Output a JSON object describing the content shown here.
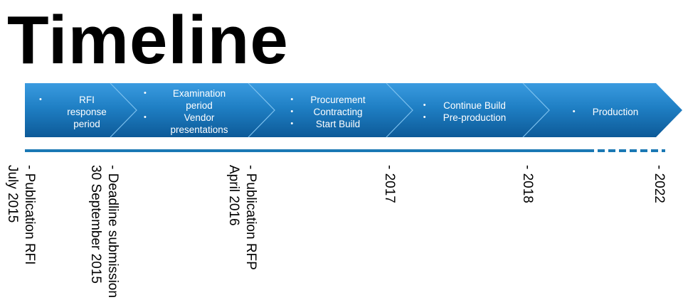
{
  "title": "Timeline",
  "phases": [
    {
      "id": "rfi",
      "items": [
        "RFI response period"
      ]
    },
    {
      "id": "examination",
      "items": [
        "Examination period",
        "Vendor presentations"
      ]
    },
    {
      "id": "procurement",
      "items": [
        "Procurement",
        "Contracting",
        "Start Build"
      ]
    },
    {
      "id": "build",
      "items": [
        "Continue Build",
        "Pre-production"
      ]
    },
    {
      "id": "production",
      "items": [
        "Production"
      ]
    }
  ],
  "milestones": [
    {
      "id": "publication-rfi",
      "lines": [
        "- Publication RFI",
        "July 2015"
      ]
    },
    {
      "id": "deadline-submission",
      "lines": [
        "- Deadline submission",
        "30 September 2015"
      ]
    },
    {
      "id": "publication-rfp",
      "lines": [
        "- Publication RFP",
        "April 2016"
      ]
    },
    {
      "id": "y2017",
      "lines": [
        "- 2017"
      ]
    },
    {
      "id": "y2018",
      "lines": [
        "- 2018"
      ]
    },
    {
      "id": "y2022",
      "lines": [
        "- 2022"
      ]
    }
  ],
  "colors": {
    "chevron_top": "#2f8fd0",
    "chevron_bottom": "#0e5c9a",
    "axis": "#1a78b4",
    "text": "#ffffff"
  },
  "icons": {
    "bullet": "•"
  }
}
